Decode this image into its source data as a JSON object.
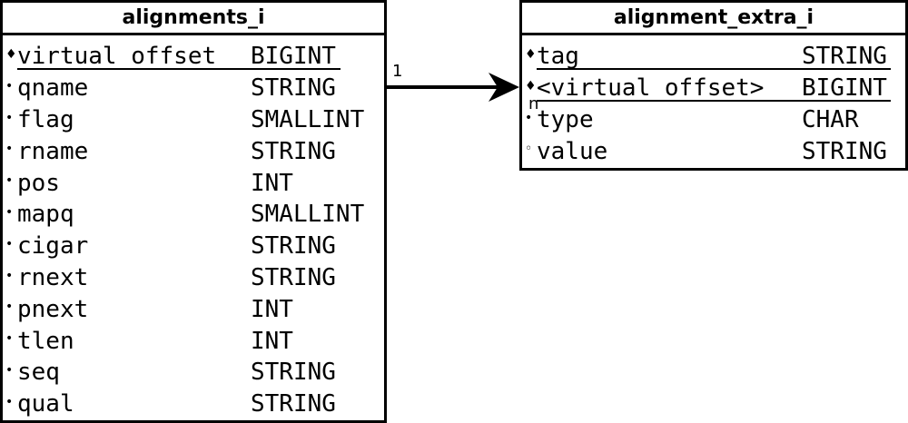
{
  "entities": {
    "left": {
      "title": "alignments_i",
      "rows": [
        {
          "name": "virtual_offset",
          "type": "BIGINT",
          "marker": "♦",
          "key": true
        },
        {
          "name": "qname",
          "type": "STRING",
          "marker": "•",
          "key": false
        },
        {
          "name": "flag",
          "type": "SMALLINT",
          "marker": "•",
          "key": false
        },
        {
          "name": "rname",
          "type": "STRING",
          "marker": "•",
          "key": false
        },
        {
          "name": "pos",
          "type": "INT",
          "marker": "•",
          "key": false
        },
        {
          "name": "mapq",
          "type": "SMALLINT",
          "marker": "•",
          "key": false
        },
        {
          "name": "cigar",
          "type": "STRING",
          "marker": "•",
          "key": false
        },
        {
          "name": "rnext",
          "type": "STRING",
          "marker": "•",
          "key": false
        },
        {
          "name": "pnext",
          "type": "INT",
          "marker": "•",
          "key": false
        },
        {
          "name": "tlen",
          "type": "INT",
          "marker": "•",
          "key": false
        },
        {
          "name": "seq",
          "type": "STRING",
          "marker": "•",
          "key": false
        },
        {
          "name": "qual",
          "type": "STRING",
          "marker": "•",
          "key": false
        }
      ]
    },
    "right": {
      "title": "alignment_extra_i",
      "rows": [
        {
          "name": "tag",
          "type": "STRING",
          "marker": "♦",
          "key": true
        },
        {
          "name": "<virtual_offset>",
          "type": "BIGINT",
          "marker": "♦",
          "key": true
        },
        {
          "name": "type",
          "type": "CHAR",
          "marker": "•",
          "key": false
        },
        {
          "name": "value",
          "type": "STRING",
          "marker": "◦",
          "key": false
        }
      ]
    }
  },
  "relationship": {
    "from_cardinality": "1",
    "to_cardinality": "n"
  }
}
